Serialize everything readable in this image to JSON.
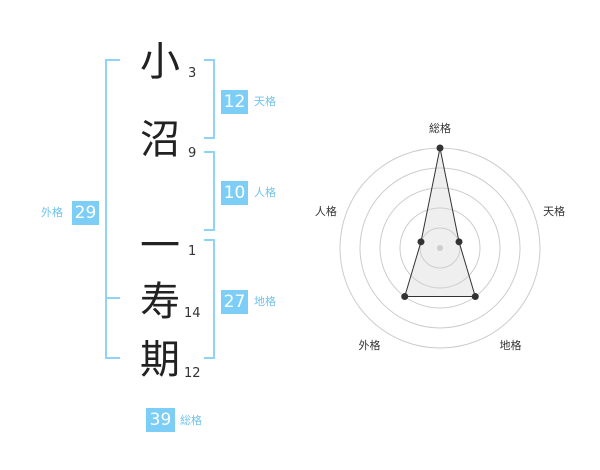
{
  "name_chars": [
    {
      "char": "小",
      "strokes": "3"
    },
    {
      "char": "沼",
      "strokes": "9"
    },
    {
      "char": "一",
      "strokes": "1"
    },
    {
      "char": "寿",
      "strokes": "14"
    },
    {
      "char": "期",
      "strokes": "12"
    }
  ],
  "fortunes": {
    "tenkaku": {
      "value": "12",
      "label": "天格"
    },
    "jinkaku": {
      "value": "10",
      "label": "人格"
    },
    "chikaku": {
      "value": "27",
      "label": "地格"
    },
    "gaikaku": {
      "value": "29",
      "label": "外格"
    },
    "soukaku": {
      "value": "39",
      "label": "総格"
    }
  },
  "colors": {
    "accent": "#7dcef7",
    "bracket": "#8fd3f6",
    "label": "#6fc3ef"
  },
  "chart_data": {
    "type": "radar",
    "axes": [
      "総格",
      "天格",
      "地格",
      "外格",
      "人格"
    ],
    "values": [
      5,
      1,
      3,
      3,
      1
    ],
    "max": 5,
    "rings": 5
  }
}
